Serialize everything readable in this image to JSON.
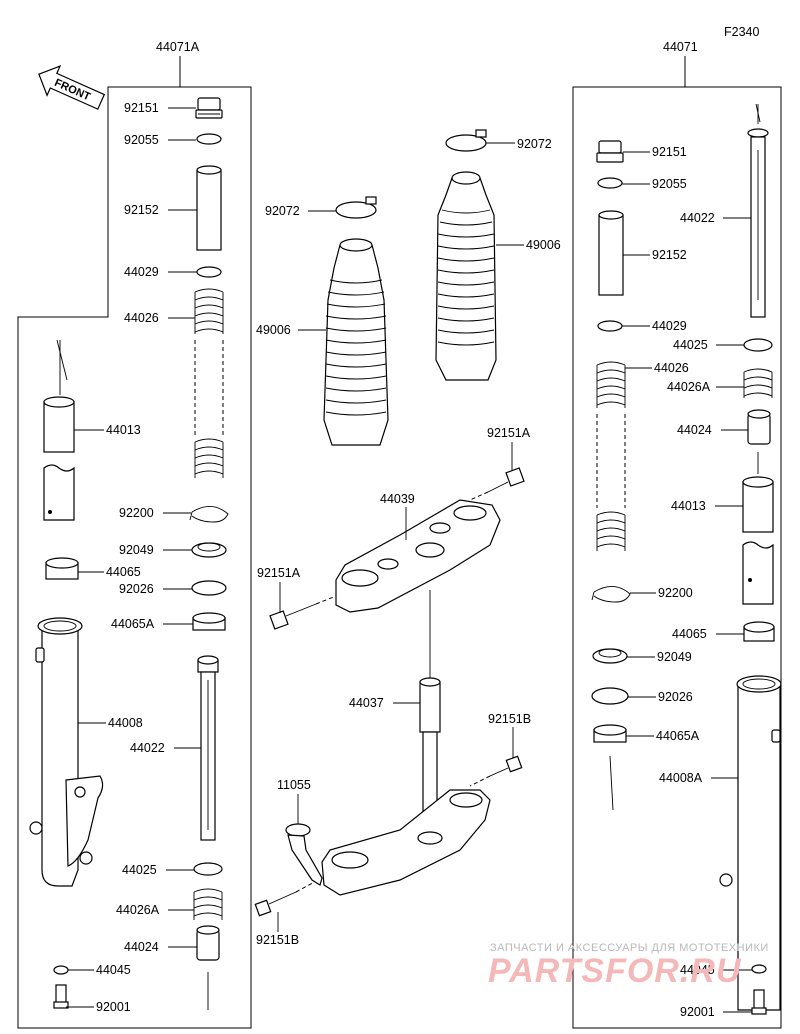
{
  "figure_code": "F2340",
  "front_arrow": "FRONT",
  "assemblies": {
    "left": "44071A",
    "right": "44071"
  },
  "labels": {
    "l_92151": "92151",
    "l_92055": "92055",
    "l_92152": "92152",
    "l_44029": "44029",
    "l_44026": "44026",
    "l_44013": "44013",
    "l_92200": "92200",
    "l_92049": "92049",
    "l_44065": "44065",
    "l_92026": "92026",
    "l_44065A": "44065A",
    "l_44008": "44008",
    "l_44022": "44022",
    "l_44025": "44025",
    "l_44026A": "44026A",
    "l_44024": "44024",
    "l_44045": "44045",
    "l_92001": "92001",
    "c_92072a": "92072",
    "c_92072b": "92072",
    "c_49006a": "49006",
    "c_49006b": "49006",
    "c_92151A_top": "92151A",
    "c_44039": "44039",
    "c_92151A_left": "92151A",
    "c_44037": "44037",
    "c_92151B_right": "92151B",
    "c_11055": "11055",
    "c_92151B_bottom": "92151B",
    "r_92151": "92151",
    "r_92055": "92055",
    "r_44022": "44022",
    "r_92152": "92152",
    "r_44029": "44029",
    "r_44025": "44025",
    "r_44026": "44026",
    "r_44026A": "44026A",
    "r_44024": "44024",
    "r_44013": "44013",
    "r_92200": "92200",
    "r_44065": "44065",
    "r_92049": "92049",
    "r_92026": "92026",
    "r_44065A": "44065A",
    "r_44008A": "44008A",
    "r_44045": "44045",
    "r_92001": "92001"
  },
  "watermark": {
    "caption": "ЗАПЧАСТИ И АКСЕССУАРЫ ДЛЯ МОТОТЕХНИКИ",
    "logo_text": "PARTSFOR.RU"
  }
}
